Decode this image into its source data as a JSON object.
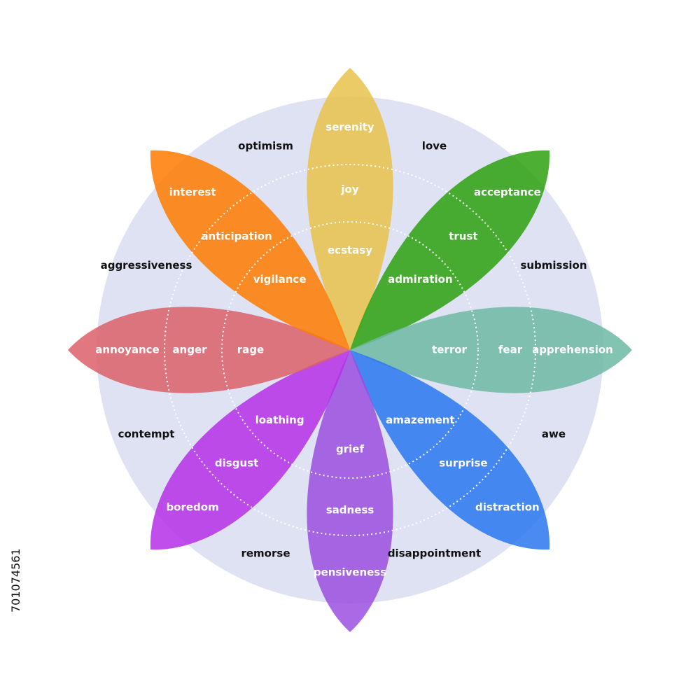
{
  "petals": [
    {
      "key": "joy",
      "color": "#E8C24A",
      "angle": 0,
      "labels": {
        "outer": "serenity",
        "middle": "joy",
        "inner": "ecstasy"
      }
    },
    {
      "key": "trust",
      "color": "#2EA10F",
      "angle": 45,
      "labels": {
        "outer": "acceptance",
        "middle": "trust",
        "inner": "admiration"
      }
    },
    {
      "key": "fear",
      "color": "#6DB9A4",
      "angle": 90,
      "labels": {
        "outer": "apprehension",
        "middle": "fear",
        "inner": "terror"
      }
    },
    {
      "key": "surprise",
      "color": "#2A77F0",
      "angle": 135,
      "labels": {
        "outer": "distraction",
        "middle": "surprise",
        "inner": "amazement"
      }
    },
    {
      "key": "sadness",
      "color": "#9B4FE0",
      "angle": 180,
      "labels": {
        "outer": "pensiveness",
        "middle": "sadness",
        "inner": "grief"
      }
    },
    {
      "key": "disgust",
      "color": "#B52FE6",
      "angle": 225,
      "labels": {
        "outer": "boredom",
        "middle": "disgust",
        "inner": "loathing"
      }
    },
    {
      "key": "anger",
      "color": "#DC6068",
      "angle": 270,
      "labels": {
        "outer": "annoyance",
        "middle": "anger",
        "inner": "rage"
      }
    },
    {
      "key": "anticipation",
      "color": "#FF7A00",
      "angle": 315,
      "labels": {
        "outer": "interest",
        "middle": "anticipation",
        "inner": "vigilance"
      }
    }
  ],
  "dyads": [
    {
      "label": "love",
      "angle": 22.5
    },
    {
      "label": "submission",
      "angle": 67.5
    },
    {
      "label": "awe",
      "angle": 112.5
    },
    {
      "label": "disappointment",
      "angle": 157.5
    },
    {
      "label": "remorse",
      "angle": 202.5
    },
    {
      "label": "contempt",
      "angle": 247.5
    },
    {
      "label": "aggressiveness",
      "angle": 292.5
    },
    {
      "label": "optimism",
      "angle": 337.5
    }
  ],
  "background_color": "#DEE2F2",
  "stock_id": "701074561"
}
